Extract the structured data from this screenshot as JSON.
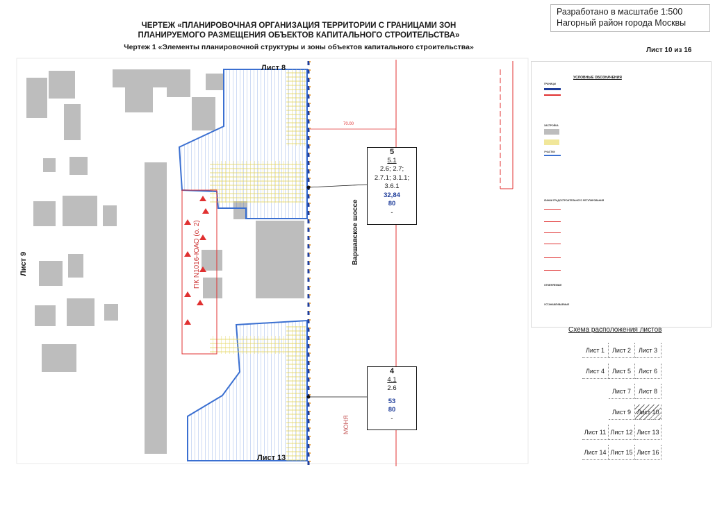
{
  "header": {
    "title_line1": "ЧЕРТЕЖ «ПЛАНИРОВОЧНАЯ ОРГАНИЗАЦИЯ ТЕРРИТОРИИ С ГРАНИЦАМИ ЗОН",
    "title_line2": "ПЛАНИРУЕМОГО РАЗМЕЩЕНИЯ ОБЪЕКТОВ КАПИТАЛЬНОГО СТРОИТЕЛЬСТВА»",
    "subtitle": "Чертеж 1 «Элементы планировочной структуры и зоны объектов капитального строительства»",
    "scale_line1": "Разработано в масштабе 1:500",
    "scale_line2": "Нагорный район города Москвы",
    "sheet": "Лист 10 из 16"
  },
  "map": {
    "sheet_top": "Лист 8",
    "sheet_bottom": "Лист 13",
    "sheet_left": "Лист 9",
    "road_name": "Варшавское шоссе",
    "road_label2": "МОНЯ",
    "distance": "70.00",
    "station_label": "ПК N1016-ЮАО (о. 2)",
    "colors": {
      "zone_blue": "#3a6fd1",
      "yellow": "#e5d55a",
      "red_line": "#e03030",
      "building": "#bdbdbd"
    }
  },
  "callouts": [
    {
      "num": "5",
      "zone": "5.1",
      "codes1": "2.6; 2.7;",
      "codes2": "2.7.1; 3.1.1;",
      "codes3": "3.6.1",
      "v1": "32,84",
      "v2": "80",
      "v3": "-"
    },
    {
      "num": "4",
      "zone": "4.1",
      "codes1": "2.6",
      "codes2": "",
      "codes3": "",
      "v1": "53",
      "v2": "80",
      "v3": "-"
    }
  ],
  "legend": {
    "title": "УСЛОВНЫЕ ОБОЗНАЧЕНИЯ",
    "heads": [
      "ГРАНИЦЫ",
      "ЗАСТРОЙКА",
      "УЧАСТКИ",
      "ЛИНИИ ГРАДОСТРОИТЕЛЬНОГО РЕГУЛИРОВАНИЯ",
      "ОТМЕНЯЕМЫЕ",
      "УСТАНАВЛИВАЕМЫЕ"
    ]
  },
  "sheet_scheme": {
    "title": "Схема расположения листов",
    "cells": [
      [
        "",
        "",
        "Лист 1",
        "Лист 2",
        "Лист 3"
      ],
      [
        "",
        "",
        "Лист 4",
        "Лист 5",
        "Лист 6"
      ],
      [
        "",
        "",
        "",
        "Лист 7",
        "Лист 8"
      ],
      [
        "",
        "",
        "",
        "Лист 9",
        "Лист 10"
      ],
      [
        "",
        "",
        "Лист 11",
        "Лист 12",
        "Лист 13"
      ],
      [
        "",
        "",
        "Лист 14",
        "Лист 15",
        "Лист 16"
      ]
    ]
  }
}
